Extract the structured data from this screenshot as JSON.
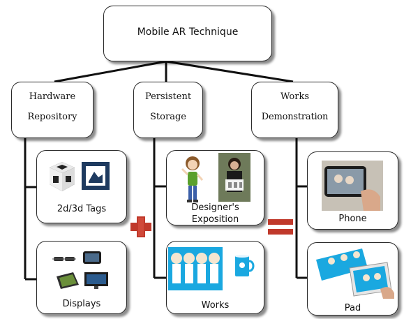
{
  "root": {
    "title": "Mobile AR Technique"
  },
  "columns": [
    {
      "line1": "Hardware",
      "line2": "Repository"
    },
    {
      "line1": "Persistent",
      "line2": "Storage"
    },
    {
      "line1": "Works",
      "line2": "Demonstration"
    }
  ],
  "cards": {
    "tags": "2d/3d Tags",
    "displays": "Displays",
    "designer_line1": "Designer's",
    "designer_line2": "Exposition",
    "works": "Works",
    "phone": "Phone",
    "pad": "Pad"
  },
  "operators": {
    "plus": "plus-icon",
    "equals": "equals-icon"
  },
  "colors": {
    "operator": "#c0392b",
    "connector": "#111111",
    "card_border": "#2a2a2a"
  }
}
